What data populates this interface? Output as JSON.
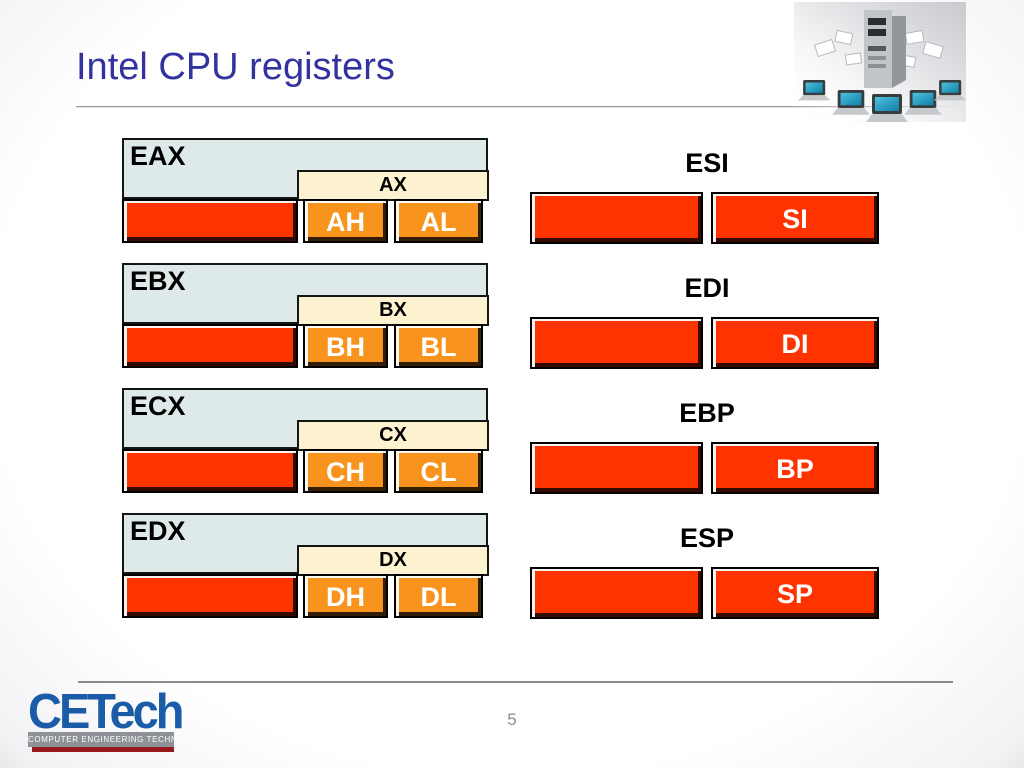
{
  "slide": {
    "title": "Intel CPU registers",
    "page_number": "5"
  },
  "colors": {
    "title_blue": "#3333A0",
    "register_red": "#FF3300",
    "register_orange": "#F8941E",
    "sub16_cream": "#FCF2CF",
    "block_lightblue": "#DEEAE9",
    "logo_blue": "#1A5CA8",
    "logo_gray": "#8E9297",
    "logo_darkred": "#97191C"
  },
  "left_registers": [
    {
      "name32": "EAX",
      "name16": "AX",
      "high8": "AH",
      "low8": "AL"
    },
    {
      "name32": "EBX",
      "name16": "BX",
      "high8": "BH",
      "low8": "BL"
    },
    {
      "name32": "ECX",
      "name16": "CX",
      "high8": "CH",
      "low8": "CL"
    },
    {
      "name32": "EDX",
      "name16": "DX",
      "high8": "DH",
      "low8": "DL"
    }
  ],
  "right_registers": [
    {
      "name32": "ESI",
      "name16": "SI"
    },
    {
      "name32": "EDI",
      "name16": "DI"
    },
    {
      "name32": "EBP",
      "name16": "BP"
    },
    {
      "name32": "ESP",
      "name16": "SP"
    }
  ],
  "logo": {
    "brand": "CETech",
    "tagline": "COMPUTER ENGINEERING TECHNOLOGY"
  }
}
